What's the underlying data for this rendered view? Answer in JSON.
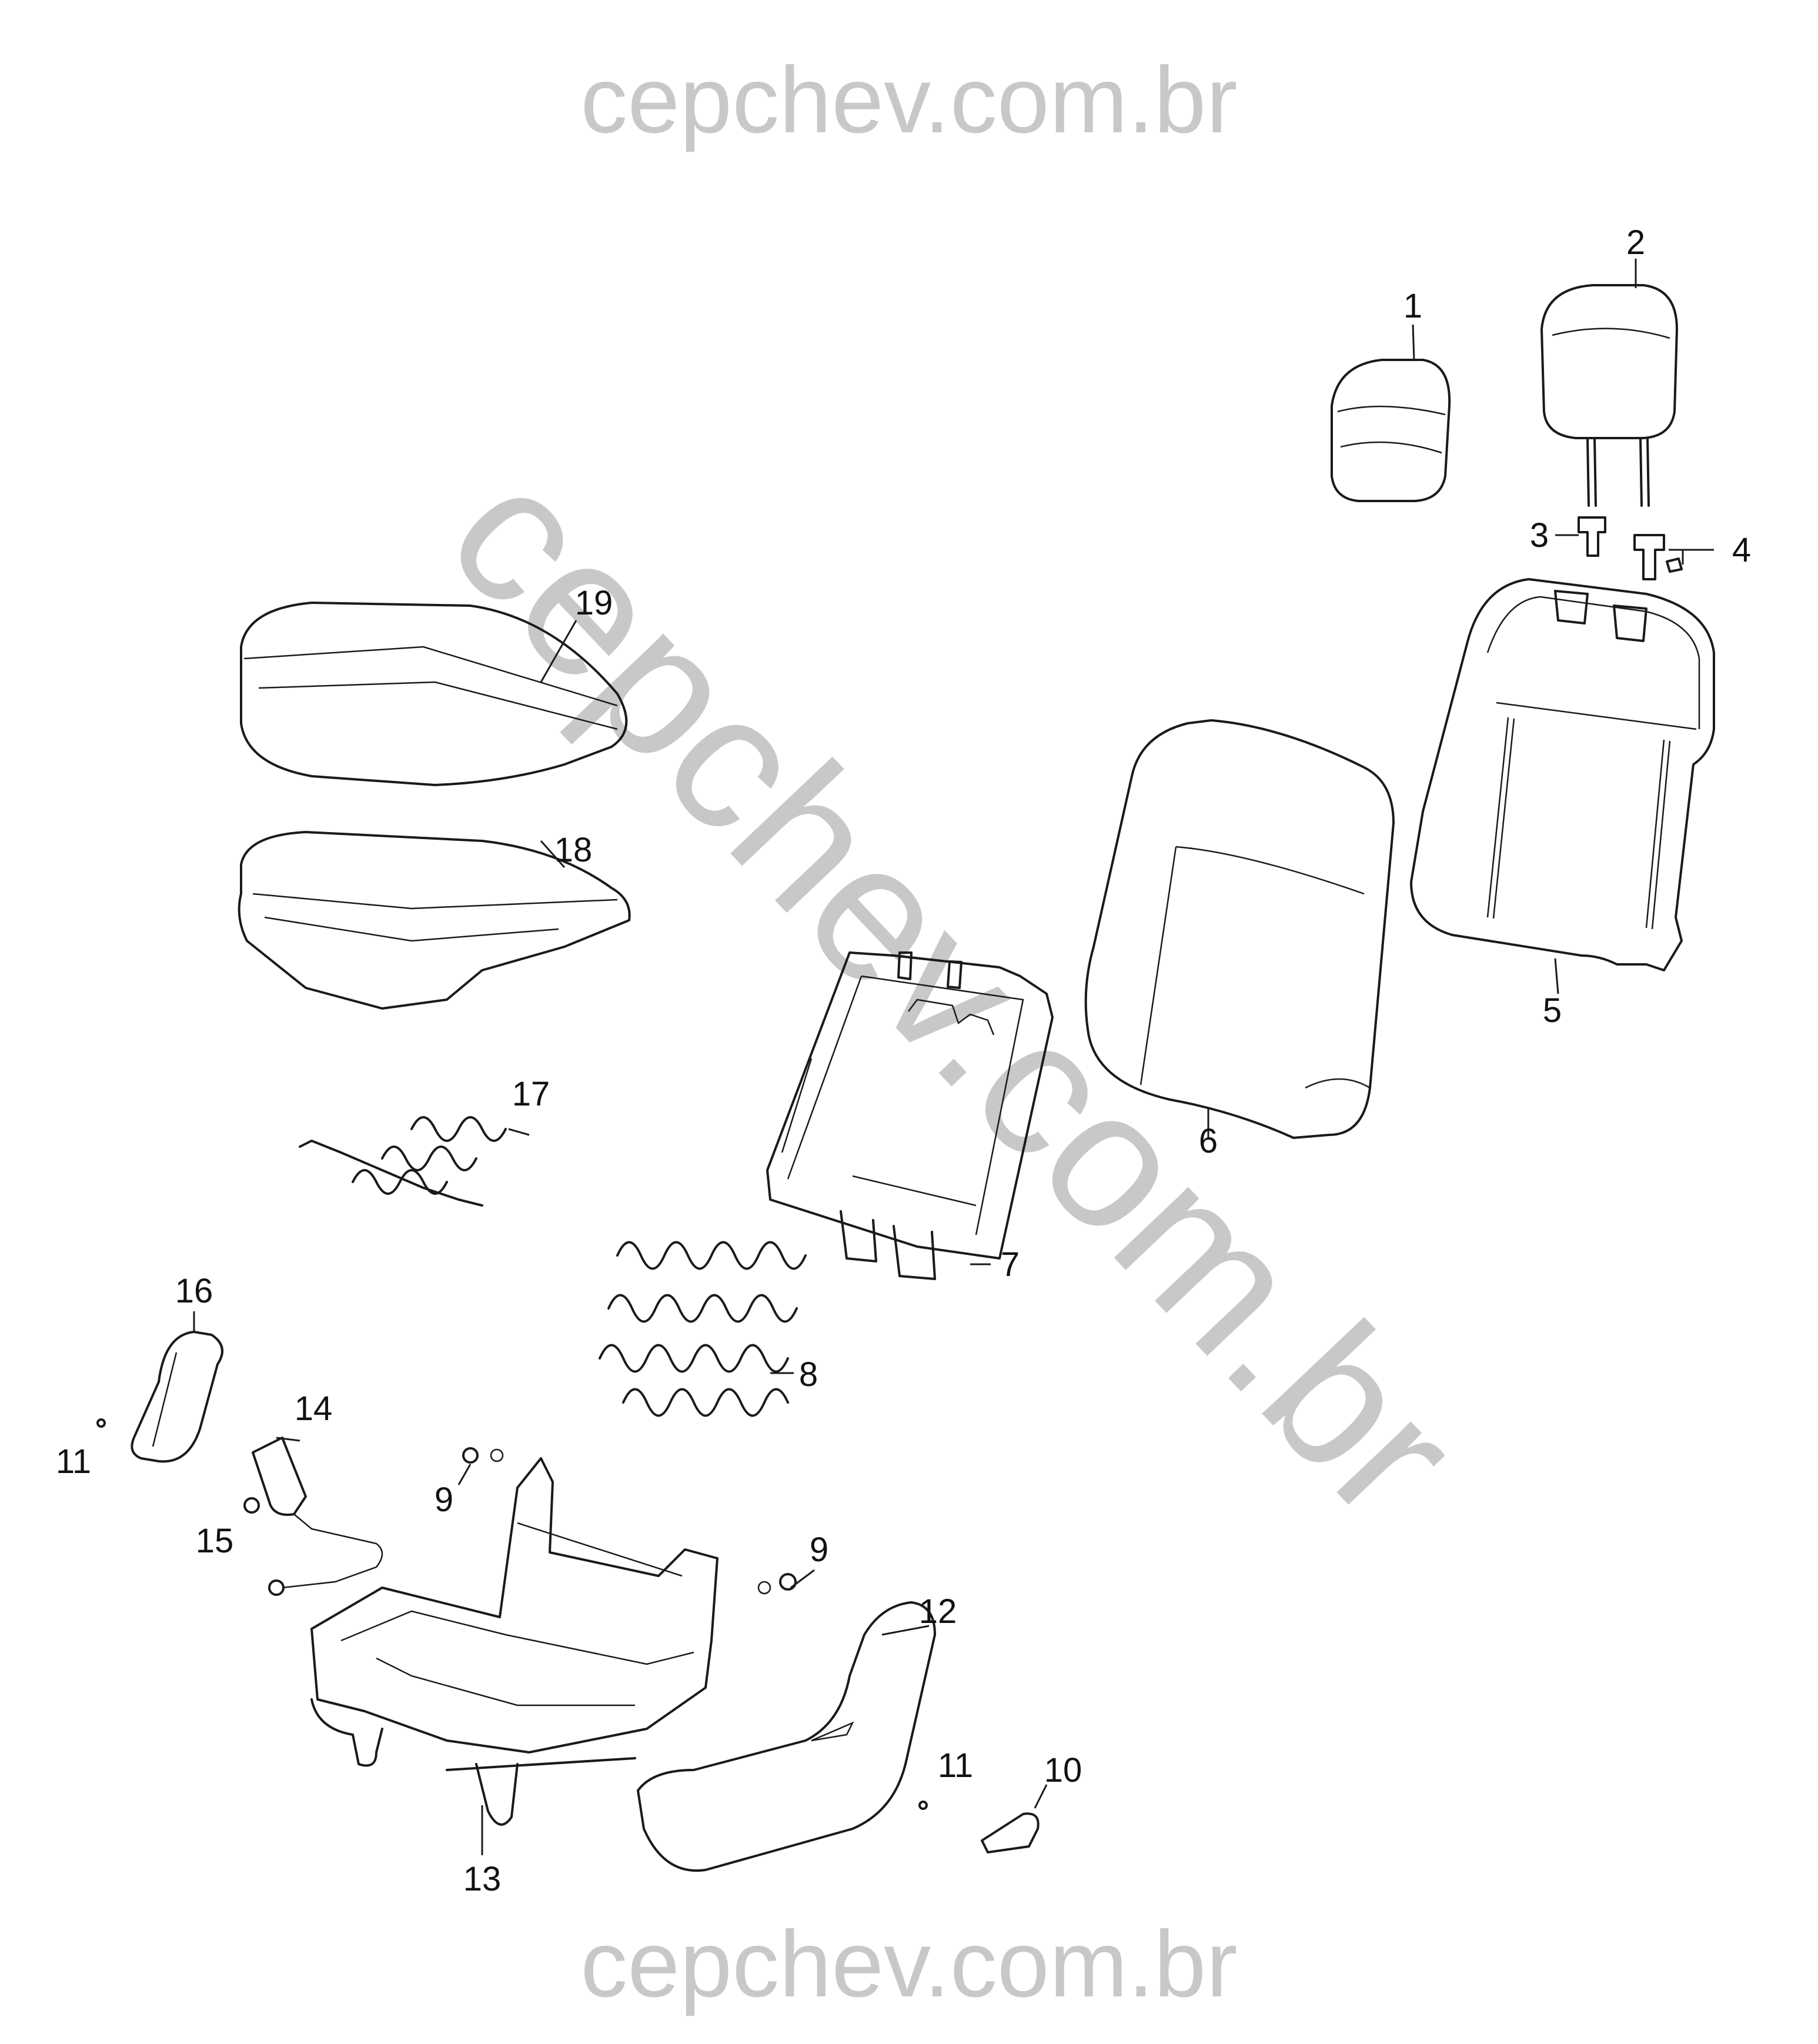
{
  "watermarks": {
    "top": "cepchev.com.br",
    "diagonal": "cepchev.com.br",
    "bottom": "cepchev.com.br"
  },
  "callouts": [
    {
      "id": "1",
      "text": "1"
    },
    {
      "id": "2",
      "text": "2"
    },
    {
      "id": "3",
      "text": "3"
    },
    {
      "id": "4",
      "text": "4"
    },
    {
      "id": "5",
      "text": "5"
    },
    {
      "id": "6",
      "text": "6"
    },
    {
      "id": "7",
      "text": "7"
    },
    {
      "id": "8",
      "text": "8"
    },
    {
      "id": "9a",
      "text": "9"
    },
    {
      "id": "9b",
      "text": "9"
    },
    {
      "id": "10",
      "text": "10"
    },
    {
      "id": "11a",
      "text": "11"
    },
    {
      "id": "11b",
      "text": "11"
    },
    {
      "id": "12",
      "text": "12"
    },
    {
      "id": "13",
      "text": "13"
    },
    {
      "id": "14",
      "text": "14"
    },
    {
      "id": "15",
      "text": "15"
    },
    {
      "id": "16",
      "text": "16"
    },
    {
      "id": "17",
      "text": "17"
    },
    {
      "id": "18",
      "text": "18"
    },
    {
      "id": "19",
      "text": "19"
    }
  ]
}
